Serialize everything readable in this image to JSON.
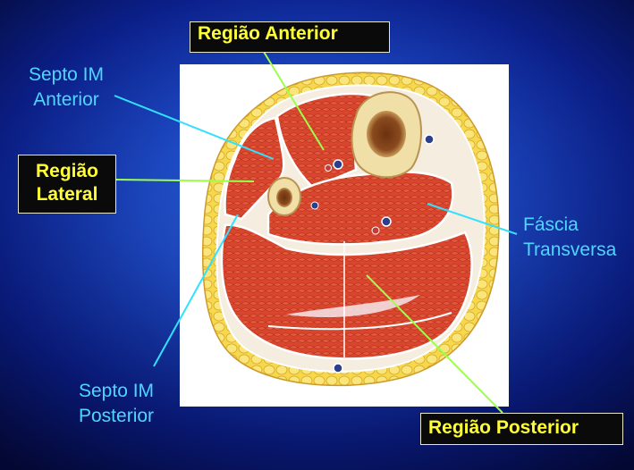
{
  "labels": {
    "regiao_anterior": "Região Anterior",
    "regiao_lateral_1": "Região",
    "regiao_lateral_2": "Lateral",
    "regiao_posterior": "Região Posterior",
    "septo_anterior_1": "Septo IM",
    "septo_anterior_2": "Anterior",
    "septo_posterior_1": "Septo IM",
    "septo_posterior_2": "Posterior",
    "fascia_1": "Fáscia",
    "fascia_2": "Transversa"
  },
  "colors": {
    "box_text": "#ffff33",
    "plain_text": "#4dd7ff",
    "pointer_green": "#9cff4a",
    "pointer_cyan": "#33e0ff",
    "muscle": "#d8402c",
    "fat": "#f3d23a",
    "bone": "#f0dfa6"
  }
}
